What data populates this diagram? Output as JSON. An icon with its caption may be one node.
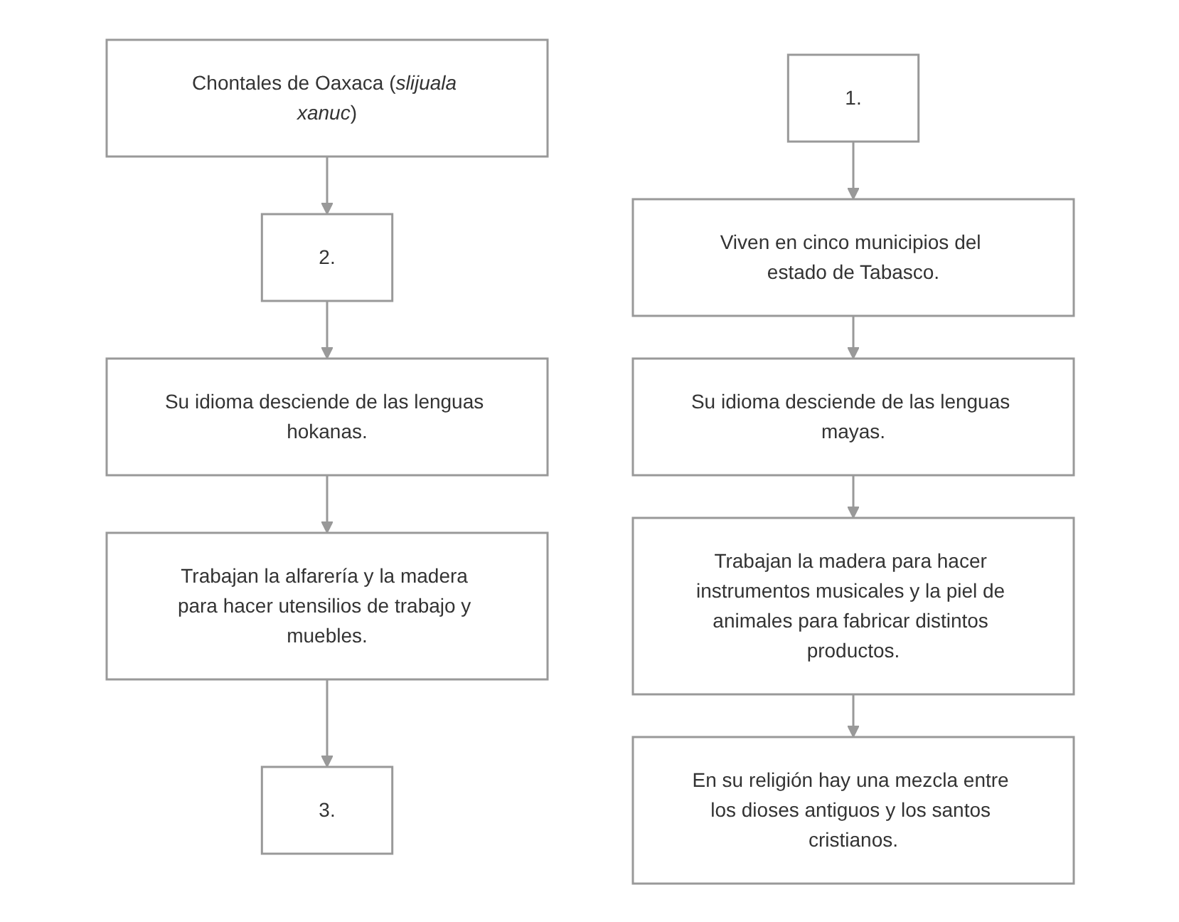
{
  "diagram": {
    "nodes": [
      {
        "text": [
          "Chontales de Oaxaca (*slijuala xanuc*)"
        ]
      },
      {
        "text": [
          "2."
        ]
      },
      {
        "text": [
          "Su idioma desciende de las lenguas hokanas."
        ]
      },
      {
        "text": [
          "Trabajan la alfarería y la madera para hacer utensilios de trabajo y muebles."
        ]
      },
      {
        "text": [
          "3."
        ]
      },
      {
        "text": [
          "1."
        ]
      },
      {
        "text": [
          "Viven en cinco municipios del estado de Tabasco."
        ]
      },
      {
        "text": [
          "Su idioma desciende de las lenguas mayas."
        ]
      },
      {
        "text": [
          "Trabajan la madera para hacer instrumentos musicales y la piel de animales para fabricar distintos productos."
        ]
      },
      {
        "text": [
          "En su religión hay una mezcla entre los dioses antiguos y los santos cristianos."
        ]
      }
    ],
    "edges": [
      {
        "from": 0,
        "to": 1,
        "arrow": "to"
      },
      {
        "from": 1,
        "to": 2,
        "arrow": "to"
      },
      {
        "from": 2,
        "to": 3,
        "arrow": "to"
      },
      {
        "from": 3,
        "to": 4,
        "arrow": "to"
      },
      {
        "from": 5,
        "to": 6,
        "arrow": "to"
      },
      {
        "from": 6,
        "to": 7,
        "arrow": "to"
      },
      {
        "from": 7,
        "to": 8,
        "arrow": "to"
      },
      {
        "from": 8,
        "to": 9,
        "arrow": "to"
      }
    ]
  }
}
